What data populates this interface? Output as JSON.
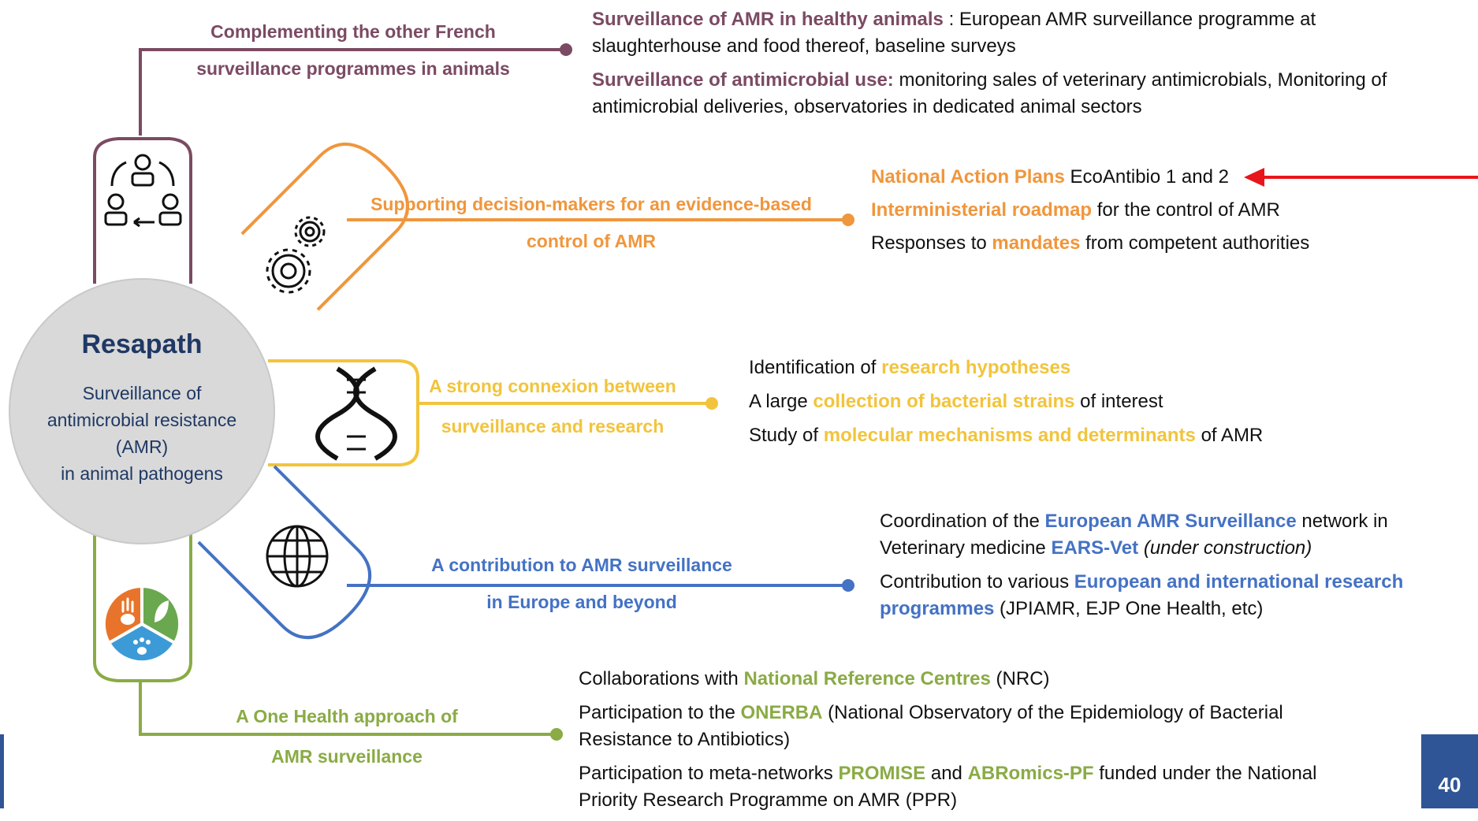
{
  "center": {
    "title": "Resapath",
    "subtitle_lines": [
      "Surveillance of",
      "antimicrobial resistance",
      "(AMR)",
      "in animal pathogens"
    ]
  },
  "branches": {
    "complementing": {
      "label_lines": [
        "Complementing the other French",
        "surveillance programmes in animals"
      ],
      "items": [
        {
          "hl": "Surveillance of AMR in healthy animals",
          "text": " : European AMR surveillance programme  at slaughterhouse and food thereof, baseline surveys"
        },
        {
          "hl": "Surveillance of antimicrobial use:",
          "text": "  monitoring sales of veterinary antimicrobials, Monitoring of antimicrobial deliveries, observatories in dedicated animal sectors"
        }
      ]
    },
    "decision": {
      "label_lines": [
        "Supporting decision-makers for an evidence-based",
        "control of AMR"
      ],
      "items": [
        {
          "hl": "National Action Plans",
          "text": " EcoAntibio 1 and 2"
        },
        {
          "hl": "Interministerial roadmap",
          "text": " for the control of AMR"
        },
        {
          "pre": "Responses to ",
          "hl": "mandates",
          "text": " from competent authorities"
        }
      ]
    },
    "research": {
      "label_lines": [
        "A strong connexion between",
        "surveillance and research"
      ],
      "items": [
        {
          "pre": "Identification of ",
          "hl": "research hypotheses",
          "text": ""
        },
        {
          "pre": "A large ",
          "hl": "collection of bacterial strains",
          "text": " of interest"
        },
        {
          "pre": "Study of ",
          "hl": "molecular mechanisms and determinants",
          "text": " of AMR"
        }
      ]
    },
    "europe": {
      "label_lines": [
        "A contribution to AMR surveillance",
        "in Europe and beyond"
      ],
      "item1": {
        "pre": "Coordination  of the ",
        "hl1": "European AMR Surveillance",
        "mid": " network in Veterinary medicine ",
        "hl2": "EARS-Vet",
        "italic": " (under construction)"
      },
      "item2": {
        "pre": "Contribution to various ",
        "hl": "European and international research programmes",
        "text": " (JPIAMR, EJP One Health, etc)"
      }
    },
    "onehealth": {
      "label_lines": [
        "A One Health approach of",
        "AMR surveillance"
      ],
      "items": [
        {
          "pre": "Collaborations with ",
          "hl": "National Reference Centres",
          "text": " (NRC)"
        },
        {
          "pre": "Participation to the ",
          "hl": "ONERBA",
          "text": " (National Observatory of the Epidemiology of Bacterial Resistance to Antibiotics)"
        }
      ],
      "item3": {
        "pre": "Participation to meta-networks ",
        "hl1": "PROMISE",
        "mid": " and ",
        "hl2": "ABRomics-PF",
        "text": " funded under the National Priority Research Programme on AMR (PPR)"
      }
    }
  },
  "page_number": "40",
  "colors": {
    "purple": "#7b4a63",
    "orange": "#f0963c",
    "yellow": "#f2c43c",
    "blue": "#4472c4",
    "green": "#8aab45",
    "navy": "#1f3864",
    "arrow": "#e8151b",
    "circle": "#d9d9d9"
  },
  "icons": [
    "people-cycle-icon",
    "gears-icon",
    "dna-icon",
    "globe-icon",
    "one-health-icon",
    "red-arrow-icon"
  ]
}
